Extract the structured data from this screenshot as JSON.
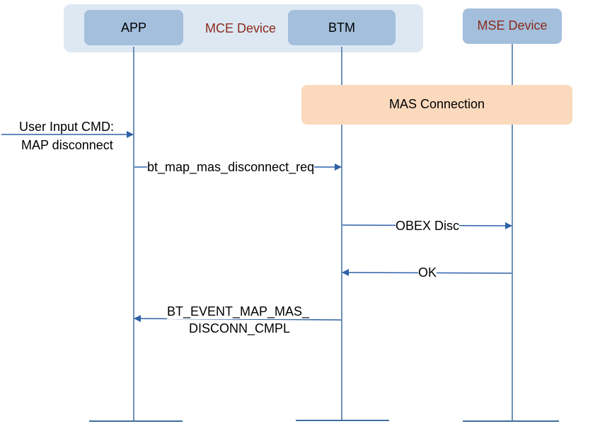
{
  "group": {
    "label": "MCE Device",
    "label_color": "#8b2a1a",
    "fill": "#dde8f3"
  },
  "participants": {
    "app": {
      "label": "APP"
    },
    "btm": {
      "label": "BTM"
    },
    "mse": {
      "label": "MSE Device",
      "label_color": "#8b2a1a"
    }
  },
  "participant_fill": "#a3bfdc",
  "connection_banner": {
    "label": "MAS Connection",
    "fill": "#fbd9bd"
  },
  "messages": {
    "user_input": {
      "lines": [
        "User Input CMD:",
        "MAP disconnect"
      ]
    },
    "disconnect_req": {
      "label": "bt_map_mas_disconnect_req"
    },
    "obex_disc": {
      "label": "OBEX Disc"
    },
    "ok": {
      "label": "OK"
    },
    "disconn_cmpl": {
      "lines": [
        "BT_EVENT_MAP_MAS_",
        "DISCONN_CMPL"
      ]
    }
  },
  "colors": {
    "lifeline": "#3f6fa1",
    "arrow": "#2f62a8"
  }
}
